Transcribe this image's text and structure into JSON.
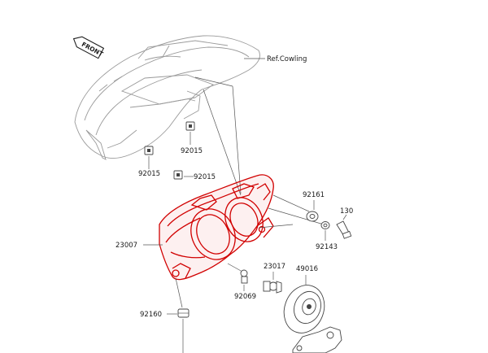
{
  "colors": {
    "highlight": "#d10000",
    "line": "#555555",
    "ghost": "#9a9a9a"
  },
  "front_badge": {
    "label": "FRONT"
  },
  "ref": {
    "label": "Ref.Cowling"
  },
  "callouts": {
    "c92015_a": "92015",
    "c92015_b": "92015",
    "c92015_c": "92015",
    "c92161": "92161",
    "c130": "130",
    "c92143": "92143",
    "c23007": "23007",
    "c23017": "23017",
    "c49016": "49016",
    "c92069": "92069",
    "c92160": "92160"
  }
}
